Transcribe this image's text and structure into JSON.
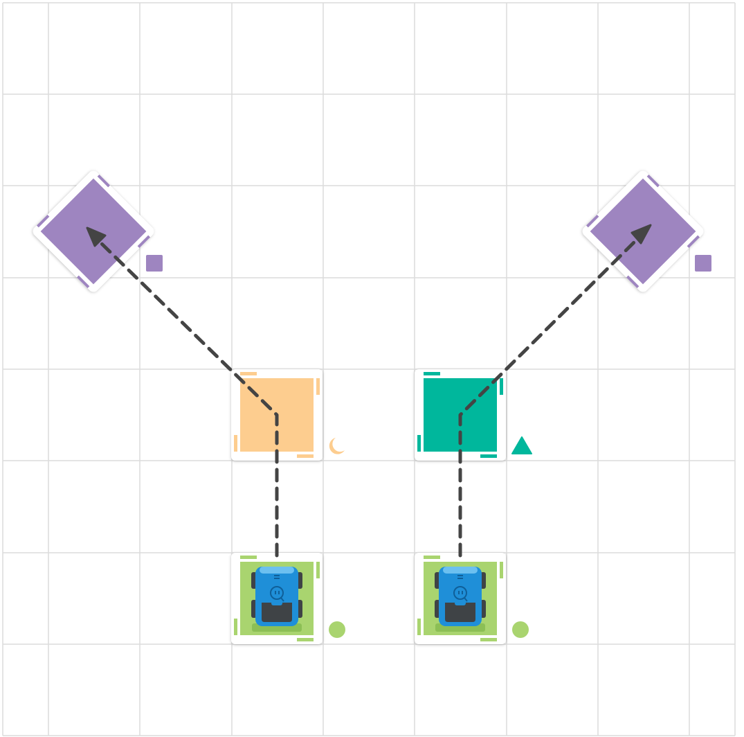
{
  "board": {
    "grid_lines": true,
    "background_color": "#ffffff",
    "grid_color": "#dcdcdc"
  },
  "colors": {
    "goal_purple": "#9e85c0",
    "goal_purple_dark": "#8a6fb3",
    "orange_tile": "#fdcd8f",
    "teal_tile": "#00b79c",
    "start_green": "#a9d46f",
    "start_green_dark": "#8cbf55",
    "robot_blue": "#1f8fd8",
    "robot_dark": "#3f4346",
    "path_dark": "#444444"
  },
  "tiles": [
    {
      "kind": "goal-tile",
      "color": "purple",
      "badge": "square-badge",
      "rotation_deg": 45
    },
    {
      "kind": "goal-tile",
      "color": "purple",
      "badge": "square-badge",
      "rotation_deg": 45
    },
    {
      "kind": "waypoint-tile",
      "color": "orange",
      "badge": "crescent-moon-badge"
    },
    {
      "kind": "waypoint-tile",
      "color": "teal",
      "badge": "triangle-badge"
    },
    {
      "kind": "start-tile",
      "color": "green",
      "badge": "circle-badge",
      "robot": "robot-icon"
    },
    {
      "kind": "start-tile",
      "color": "green",
      "badge": "circle-badge",
      "robot": "robot-icon"
    }
  ],
  "paths": [
    {
      "from": "start-tile-left",
      "via": "waypoint-tile-orange",
      "to": "goal-tile-left",
      "style": "dashed",
      "arrowhead": true
    },
    {
      "from": "start-tile-right",
      "via": "waypoint-tile-teal",
      "to": "goal-tile-right",
      "style": "dashed",
      "arrowhead": true
    }
  ]
}
